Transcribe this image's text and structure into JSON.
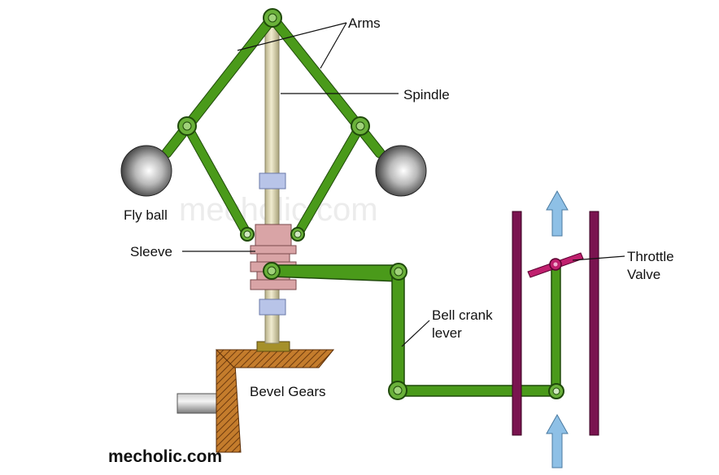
{
  "labels": {
    "arms": "Arms",
    "spindle": "Spindle",
    "fly_ball": "Fly ball",
    "sleeve": "Sleeve",
    "throttle_valve_line1": "Throttle",
    "throttle_valve_line2": "Valve",
    "bell_crank_line1": "Bell crank",
    "bell_crank_line2": "lever",
    "bevel_gears": "Bevel Gears"
  },
  "watermark": "mecholic.com",
  "site_name": "mecholic.com",
  "colors": {
    "link_green": "#4a9a1a",
    "link_stroke": "#1f4a0a",
    "spindle": "#d8d2a2",
    "sleeve_pink": "#d9a4a6",
    "collar_blue": "#b8c4e8",
    "pipe_purple": "#7a1450",
    "throttle_magenta": "#c0206e",
    "flow_arrow_blue": "#8ec0e6",
    "gear_brown": "#b8732a",
    "shaft_grey": "#9c9c9c"
  }
}
